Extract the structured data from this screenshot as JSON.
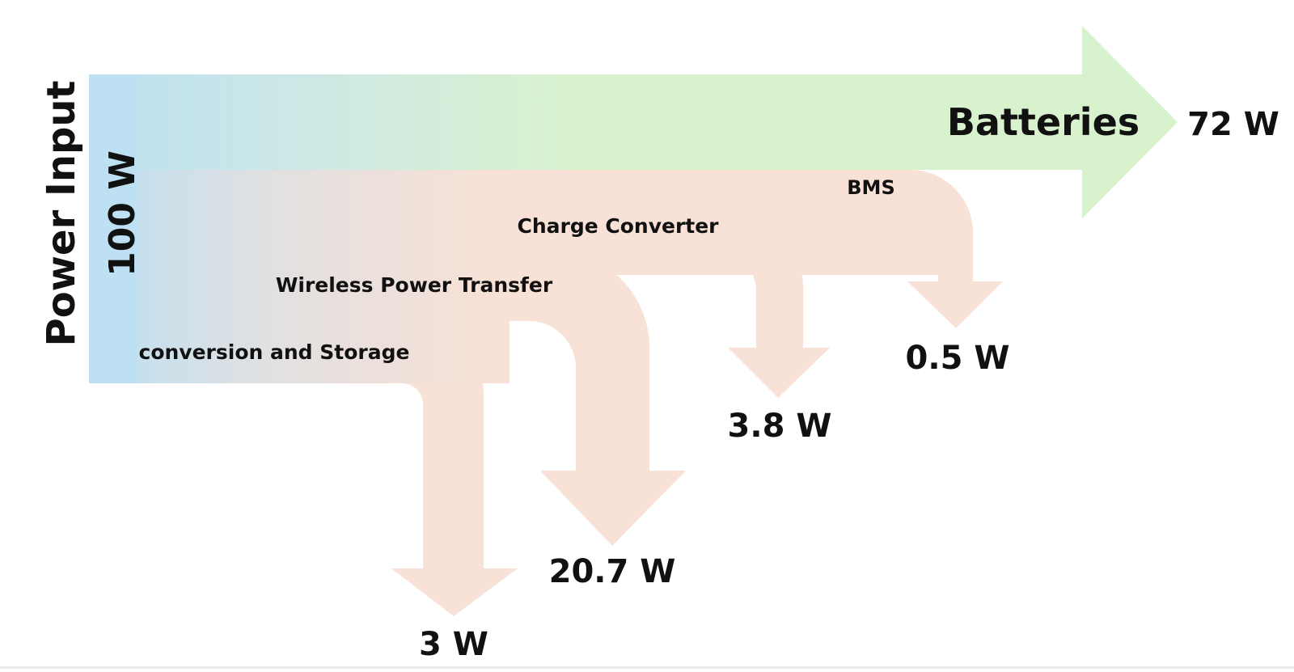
{
  "input": {
    "label": "Power Input",
    "value": "100 W"
  },
  "output": {
    "label": "Batteries",
    "value": "72 W"
  },
  "losses": [
    {
      "stage": "conversion and Storage",
      "value": "3 W"
    },
    {
      "stage": "Wireless Power Transfer",
      "value": "20.7 W"
    },
    {
      "stage": "Charge Converter",
      "value": "3.8 W"
    },
    {
      "stage": "BMS",
      "value": "0.5 W"
    }
  ],
  "colors": {
    "input_blue": "#bde0f2",
    "output_green": "#d8f2cd",
    "loss_peach": "#f8e1d6",
    "text": "#111111"
  }
}
